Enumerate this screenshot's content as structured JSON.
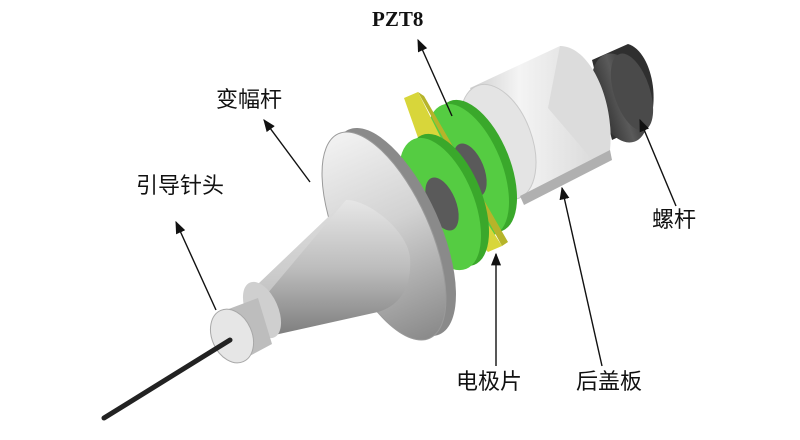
{
  "labels": {
    "pzt": "PZT8",
    "horn": "变幅杆",
    "guide_tip": "引导针头",
    "screw": "螺杆",
    "electrode": "电极片",
    "back_cover": "后盖板"
  },
  "colors": {
    "metal_light": "#e8e8e8",
    "metal_mid": "#b5b5b5",
    "metal_dark": "#6f6f6f",
    "piezo_green": "#4cc43a",
    "piezo_green_dark": "#2f8e22",
    "electrode_yellow": "#d8d63a",
    "screw_dark": "#3a3a3a"
  }
}
